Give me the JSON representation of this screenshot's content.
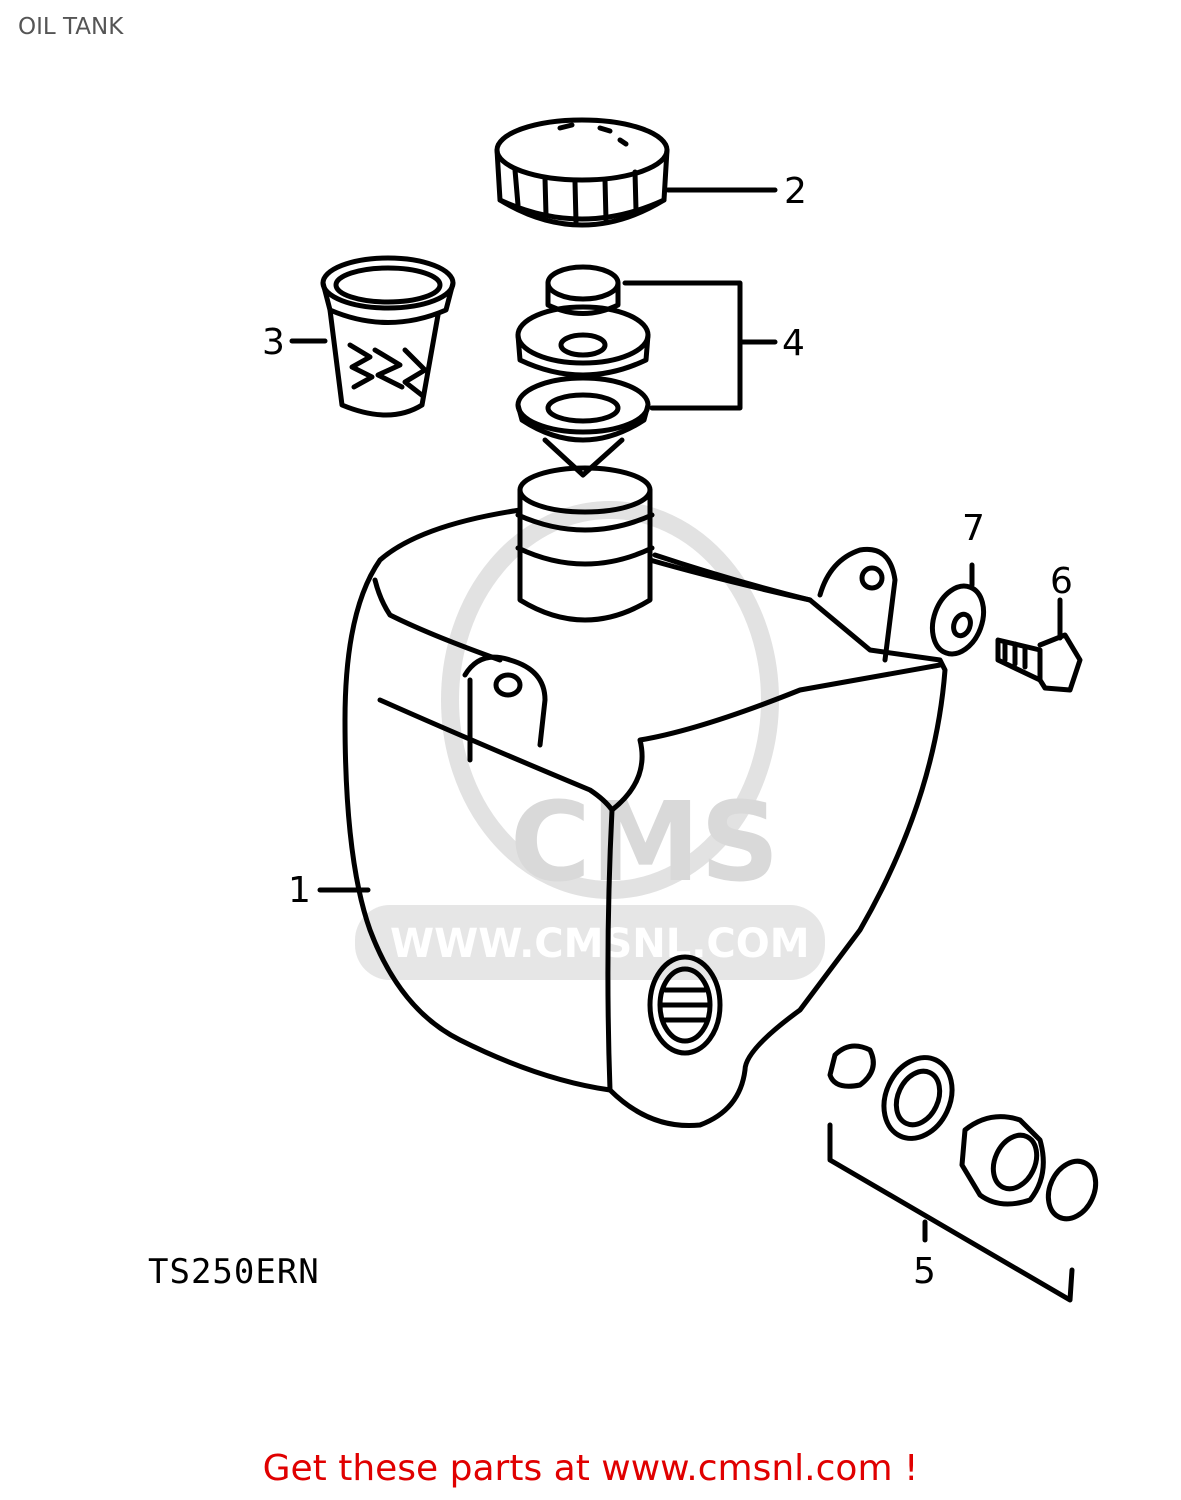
{
  "page": {
    "title": "OIL TANK"
  },
  "diagram": {
    "model_code": "TS250ERN",
    "watermark": {
      "logo_text": "CMS",
      "url_text": "WWW.CMSNL.COM"
    },
    "callouts": [
      {
        "number": "1",
        "part": "oil tank"
      },
      {
        "number": "2",
        "part": "cap"
      },
      {
        "number": "3",
        "part": "filter"
      },
      {
        "number": "4",
        "part": "cap assembly"
      },
      {
        "number": "5",
        "part": "fitting set"
      },
      {
        "number": "6",
        "part": "bolt"
      },
      {
        "number": "7",
        "part": "washer"
      }
    ]
  },
  "footer": {
    "link_text": "Get these parts at www.cmsnl.com !",
    "color": "#e00000"
  }
}
